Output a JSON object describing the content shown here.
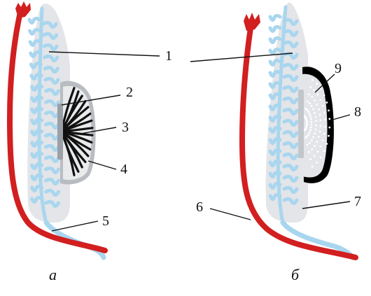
{
  "labels": {
    "n1": "1",
    "n2": "2",
    "n3": "3",
    "n4": "4",
    "n5": "5",
    "n6": "6",
    "n7": "7",
    "n8": "8",
    "n9": "9"
  },
  "panels": {
    "a": "а",
    "b": "б"
  },
  "colors": {
    "tissue": "#e3e5e8",
    "duct": "#a9d6ef",
    "duct_edge": "#8cc3e3",
    "vessel": "#d21f1f",
    "vessel_dark": "#9e1414",
    "capsule_a": "#b9bcc1",
    "capsule_b": "#000000",
    "ink": "#111111"
  }
}
